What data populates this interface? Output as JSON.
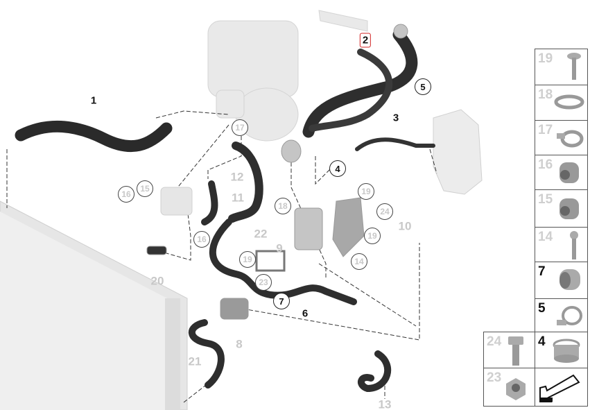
{
  "callouts": {
    "hose_1": "1",
    "hose_2": "2",
    "hose_3": "3",
    "clamp_4": "4",
    "clamp_5": "5",
    "hose_6": "6",
    "clamp_7": "7",
    "pump_8": "8",
    "valve_9": "9",
    "bracket_10": "10",
    "hose_11": "11",
    "hose_12": "12",
    "hose_13": "13",
    "bolt_14": "14",
    "connector_15": "15",
    "connector_16a": "16",
    "connector_16b": "16",
    "clip_17": "17",
    "clamp_18": "18",
    "screw_19a": "19",
    "screw_19b": "19",
    "screw_19c": "19",
    "sensor_20": "20",
    "hose_21": "21",
    "bracket_22": "22",
    "nut_23": "23",
    "bolt_24": "24"
  },
  "highlight_color": "#d02020",
  "legend": {
    "right_column": [
      "19",
      "18",
      "17",
      "16",
      "15",
      "14",
      "7",
      "5",
      "4"
    ],
    "left_column": [
      "24",
      "23"
    ]
  }
}
